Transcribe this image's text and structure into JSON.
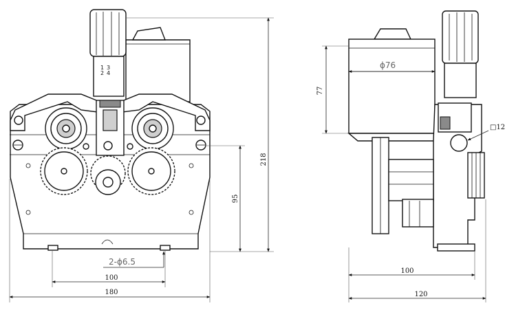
{
  "front_view": {
    "dimensions": {
      "height_total": "218",
      "height_mount": "95",
      "width_total": "180",
      "hole_spacing": "100",
      "mount_holes": "2-ϕ6.5"
    },
    "knob_scale": [
      "1",
      "2",
      "3",
      "4"
    ]
  },
  "side_view": {
    "dimensions": {
      "motor_diameter": "ϕ76",
      "motor_height": "77",
      "base_length": "100",
      "overall_length": "120",
      "square_shaft": "□12"
    }
  },
  "colors": {
    "line": "#111111",
    "dimension_line": "#222222",
    "label_grey": "#666666",
    "shade": "#8a8a8a"
  }
}
